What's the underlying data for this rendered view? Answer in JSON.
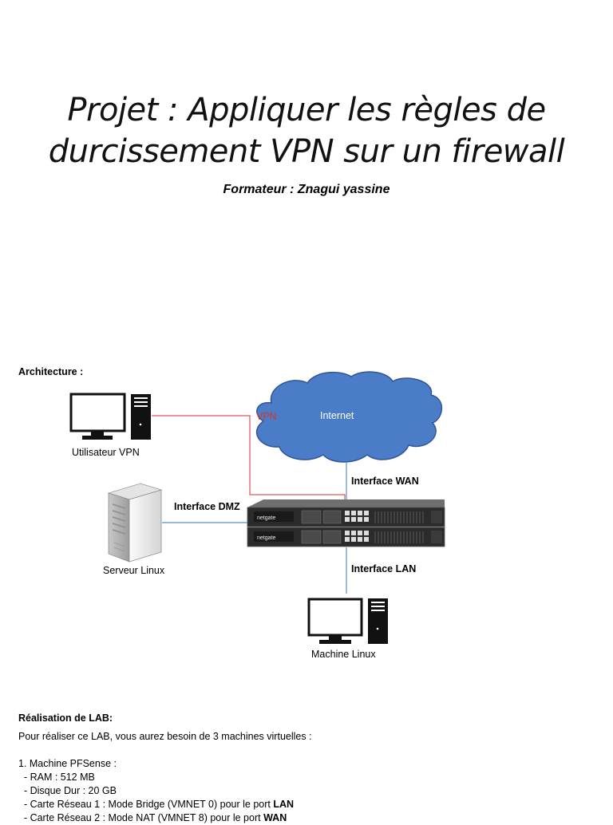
{
  "doc": {
    "title_line1": "Projet : Appliquer les règles de",
    "title_line2": "durcissement VPN sur un firewall",
    "subtitle": "Formateur : Znagui yassine"
  },
  "architecture": {
    "heading": "Architecture :",
    "cloud_label": "Internet",
    "vpn_label": "VPN",
    "vpn_user_label": "Utilisateur VPN",
    "server_label": "Serveur Linux",
    "client_label": "Machine Linux",
    "wan_label": "Interface WAN",
    "dmz_label": "Interface DMZ",
    "lan_label": "Interface LAN",
    "firewall_brand": "netgate",
    "colors": {
      "vpn_line": "#d9332b",
      "net_line": "#5a8fd1",
      "cloud_fill": "#4a7cc7",
      "cloud_stroke": "#2f5597"
    }
  },
  "lab": {
    "heading": "Réalisation de LAB:",
    "intro": "Pour réaliser ce LAB, vous aurez besoin de 3 machines virtuelles :",
    "machine1": "1. Machine PFSense :",
    "ram": "  - RAM : 512 MB",
    "disk": "  - Disque Dur : 20 GB",
    "card1_prefix": "  - Carte Réseau 1 : Mode Bridge (VMNET 0) pour le port ",
    "card1_port": "LAN",
    "card2_prefix": "  - Carte Réseau 2 : Mode NAT (VMNET 8) pour le port ",
    "card2_port": "WAN"
  }
}
